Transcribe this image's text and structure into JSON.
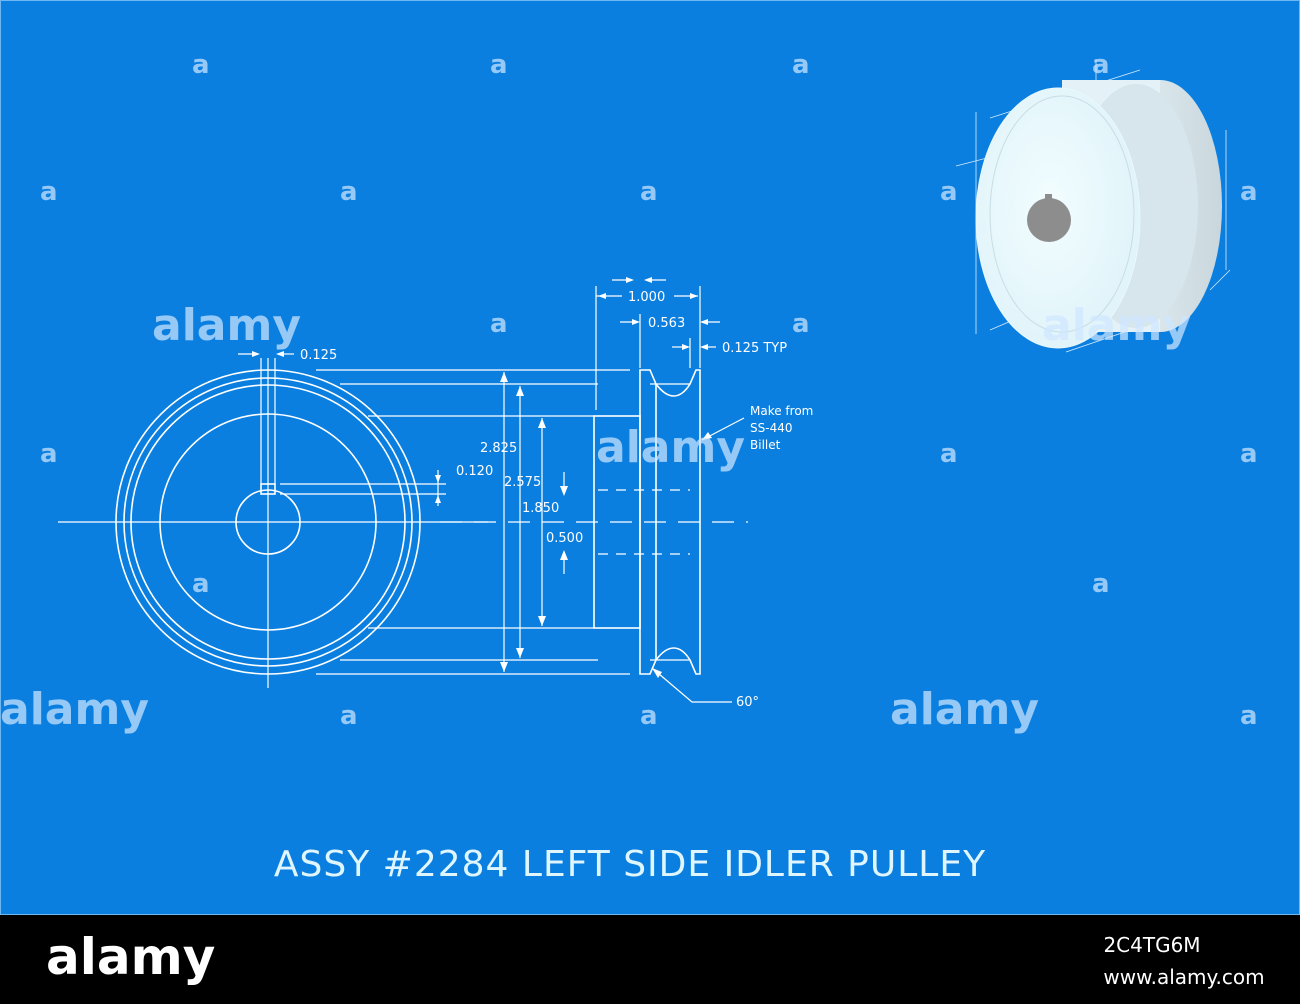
{
  "drawing": {
    "title": "ASSY #2284   LEFT SIDE IDLER PULLEY",
    "colors": {
      "blueprint": "#0a7fe0",
      "line": "#ffffff",
      "title": "#dff6ff",
      "footer": "#000000"
    },
    "dimensions": {
      "keyway_width": "0.125",
      "keyway_depth": "0.120",
      "dia_outer": "2.825",
      "dia_flange": "2.575",
      "dia_hub": "1.850",
      "dia_bore": "0.500",
      "width_total": "1.000",
      "width_hub": "0.563",
      "flange_thickness": "0.125 TYP",
      "groove_angle": "60°"
    },
    "note": [
      "Make from",
      "SS-440",
      "Billet"
    ]
  },
  "watermark": {
    "brand": "alamy",
    "glyph": "a"
  },
  "footer": {
    "logo": "alamy",
    "image_id": "2C4TG6M",
    "url": "www.alamy.com"
  }
}
